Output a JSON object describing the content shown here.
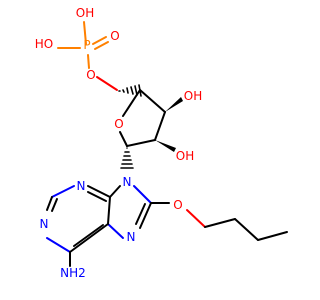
{
  "colors": {
    "carbon": "#000000",
    "oxygen": "#ff0000",
    "nitrogen": "#0000ff",
    "phosphorus": "#ff8000",
    "background": "#ffffff"
  },
  "labels": {
    "phosphate_oh_top": "OH",
    "phosphate_oh_left": "HO",
    "phosphorus": "P",
    "phosphoryl_o": "O",
    "bridge_o": "O",
    "ring_o": "O",
    "hydroxyl_upper": "OH",
    "hydroxyl_lower": "OH",
    "n_top": "N",
    "n9": "N",
    "n_left": "N",
    "n7": "N",
    "butoxy_o": "O",
    "amine": "NH2"
  }
}
